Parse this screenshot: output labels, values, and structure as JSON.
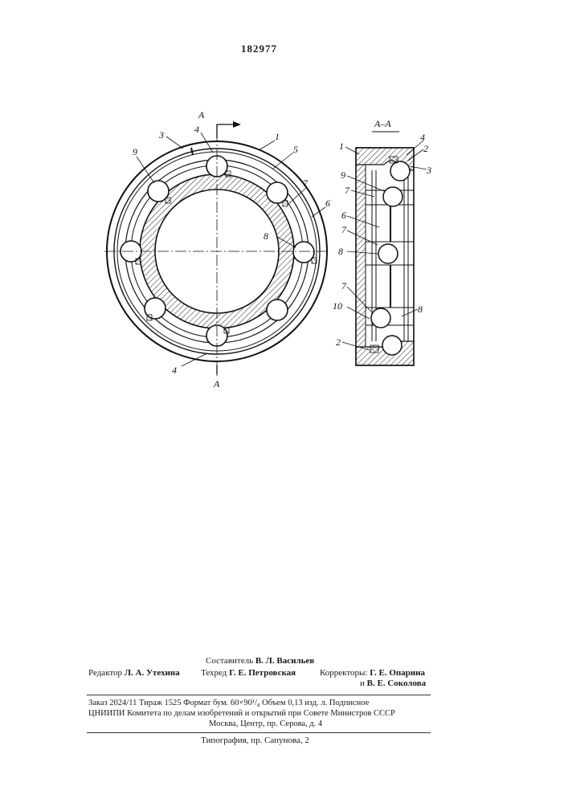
{
  "doc_number": "182977",
  "section_label": "A–A",
  "cut_letter": "A",
  "front_view_labels": {
    "l1": "1",
    "l3": "3",
    "l4_top": "4",
    "l4_bottom": "4",
    "l5": "5",
    "l6": "6",
    "l7": "7",
    "l8": "8",
    "l9": "9"
  },
  "section_view_labels": {
    "l1": "1",
    "l2_top": "2",
    "l2_bottom": "2",
    "l3": "3",
    "l4": "4",
    "l6": "6",
    "l7_a": "7",
    "l7_b": "7",
    "l7_c": "7",
    "l8_a": "8",
    "l8_b": "8",
    "l9": "9",
    "l10": "10"
  },
  "imprint": {
    "compiler_role": "Составитель",
    "compiler_name": "В. Л. Васильев",
    "editor_role": "Редактор",
    "editor_name": "Л. А. Утехина",
    "techred_role": "Техред",
    "techred_name": "Г. Е. Петровская",
    "correctors_role": "Корректоры:",
    "corrector_1": "Г. Е. Опарина",
    "corrector_join": "и",
    "corrector_2": "В. Е. Соколова",
    "order_line": "Заказ 2024/11    Тираж 1525    Формат бум. 60×90¹/₈    Объем 0,13 изд. л.    Подписное",
    "institute_line": "ЦНИИПИ Комитета по делам изобретений и открытий при Совете Министров СССР",
    "address_line": "Москва, Центр, пр. Серова, д. 4",
    "printer_line": "Типография, пр. Сапунова, 2"
  }
}
